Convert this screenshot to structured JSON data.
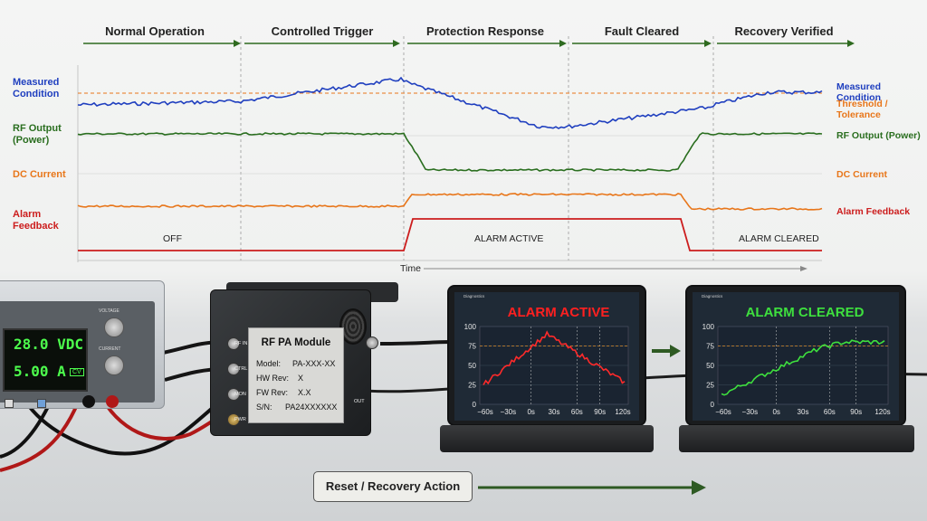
{
  "phases": [
    "Normal Operation",
    "Controlled Trigger",
    "Protection Response",
    "Fault Cleared",
    "Recovery Verified"
  ],
  "left_labels": {
    "measured": [
      "Measured",
      "Condition"
    ],
    "rf": [
      "RF Output",
      "(Power)"
    ],
    "dc": "DC Current",
    "alarm": [
      "Alarm",
      "Feedback"
    ]
  },
  "right_labels": {
    "measured": "Measured Condition",
    "threshold": "Threshold / Tolerance",
    "rf": "RF Output (Power)",
    "dc": "DC Current",
    "alarm": "Alarm Feedback"
  },
  "states": {
    "off": "OFF",
    "active": "ALARM ACTIVE",
    "cleared": "ALARM CLEARED"
  },
  "time_label": "Time",
  "colors": {
    "blue": "#1f3fbf",
    "green": "#2a6e1f",
    "orange": "#e8761a",
    "red": "#cc1d1d"
  },
  "psu": {
    "voltage": "28.0 VDC",
    "current": "5.00 A",
    "cv": "CV",
    "knob1": "VOLTAGE",
    "knob2": "CURRENT"
  },
  "module": {
    "title": "RF PA Module",
    "model": {
      "key": "Model:",
      "val": "PA-XXX-XX"
    },
    "hw": {
      "key": "HW Rev:",
      "val": "X"
    },
    "fw": {
      "key": "FW Rev:",
      "val": "X.X"
    },
    "sn": {
      "key": "S/N:",
      "val": "PA24XXXXXX"
    },
    "ports": [
      "RF IN",
      "CTRL",
      "MON",
      "PWR"
    ],
    "out_port": "OUT"
  },
  "laptop1": {
    "app": "Diagnostics",
    "title": "ALARM ACTIVE",
    "yticks": [
      "100",
      "75",
      "50",
      "25",
      "0"
    ],
    "xticks": [
      "−60s",
      "−30s",
      "0s",
      "30s",
      "60s",
      "90s",
      "120s"
    ]
  },
  "laptop2": {
    "app": "Diagnostics",
    "title": "ALARM CLEARED",
    "yticks": [
      "100",
      "75",
      "50",
      "25",
      "0"
    ],
    "xticks": [
      "−60s",
      "−30s",
      "0s",
      "30s",
      "60s",
      "90s",
      "120s"
    ]
  },
  "reset_action": "Reset / Recovery Action"
}
